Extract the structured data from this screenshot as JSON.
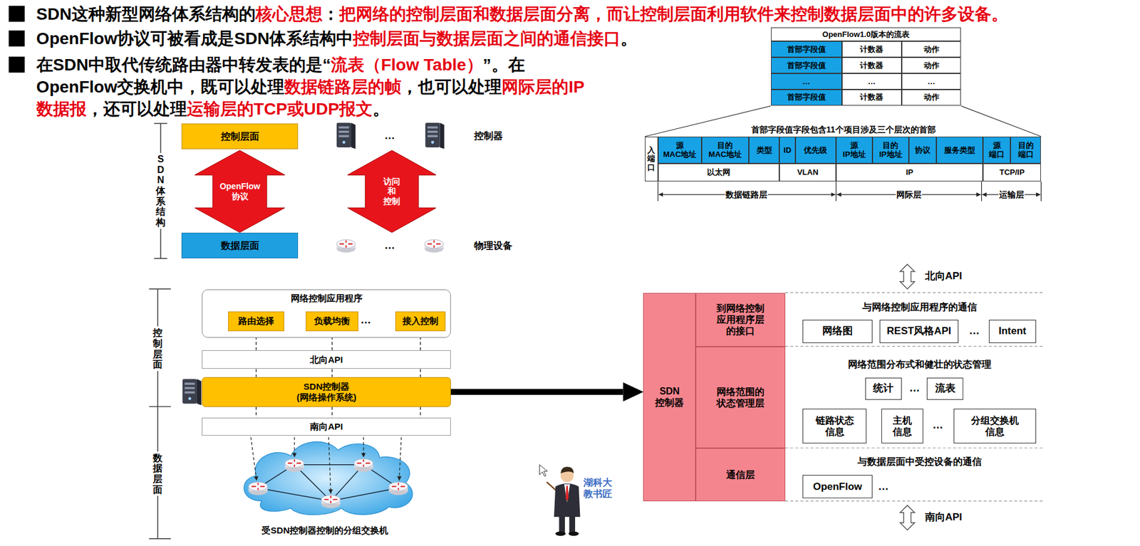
{
  "diagram": {
    "nodes": [
      {
        "text": [
          "控制层面"
        ]
      },
      {
        "text": [
          "OpenFlow 协议"
        ]
      },
      {
        "text": [
          "访问 和 控制"
        ]
      },
      {
        "text": [
          "数据层面"
        ]
      },
      {
        "text": [
          "网络控制应用程序"
        ]
      },
      {
        "text": [
          "路由选择"
        ],
        "in": 4
      },
      {
        "text": [
          "负载均衡"
        ],
        "in": 4
      },
      {
        "text": [
          "接入控制"
        ],
        "in": 4
      },
      {
        "text": [
          "北向API"
        ]
      },
      {
        "text": [
          "SDN控制器 (网络操作系统)"
        ]
      },
      {
        "text": [
          "南向API"
        ]
      },
      {
        "text": [
          "SDN控制器"
        ]
      },
      {
        "text": [
          "到网络控制应用程序层的接口"
        ]
      },
      {
        "text": [
          "网络范围的状态管理层"
        ]
      },
      {
        "text": [
          "通信层"
        ]
      },
      {
        "text": [
          "网络图"
        ]
      },
      {
        "text": [
          "REST风格API"
        ]
      },
      {
        "text": [
          "Intent"
        ]
      },
      {
        "text": [
          "统计"
        ]
      },
      {
        "text": [
          "流表"
        ]
      },
      {
        "text": [
          "链路状态 信息"
        ]
      },
      {
        "text": [
          "主机 信息"
        ]
      },
      {
        "text": [
          "分组交换机 信息"
        ]
      },
      {
        "text": [
          "OpenFlow"
        ]
      }
    ],
    "edges": [
      {
        "from": 5,
        "to": 8,
        "arrow": "none"
      },
      {
        "from": 6,
        "to": 8,
        "arrow": "none"
      },
      {
        "from": 7,
        "to": 8,
        "arrow": "none"
      },
      {
        "from": 8,
        "to": 9,
        "arrow": "none"
      },
      {
        "from": 8,
        "to": 9,
        "arrow": "none"
      },
      {
        "from": 8,
        "to": 9,
        "arrow": "none"
      },
      {
        "from": 9,
        "to": 10,
        "arrow": "none"
      },
      {
        "from": 9,
        "to": 10,
        "arrow": "none"
      },
      {
        "from": 9,
        "to": 10,
        "arrow": "none"
      },
      {
        "from": 9,
        "to": 11,
        "arrow": "to"
      }
    ],
    "labels": [
      "SDN这种新型网络体系结构的",
      "核心思想",
      "：",
      "把网络的控制层面和数据层面分离，而让控制层面利用软件来控制数据层面中的许多设备。",
      "OpenFlow协议可被看成是SDN体系结构中",
      "控制层面与数据层面之间的通信接口",
      "。",
      "在SDN中取代传统路由器中转发表的是“",
      "流表（Flow Table）",
      "”。在OpenFlow交换机中，既可以处理",
      "数据链路层的帧",
      "，也可以处理",
      "网际层的IP数据报",
      "，还可以处理",
      "运输层的TCP或UDP报文",
      "。",
      "SDN体系结构",
      "…",
      "控制器",
      "…",
      "物理设备",
      "OpenFlow1.0版本的流表",
      "首部字段值",
      "计数器",
      "动作",
      "首部字段值",
      "计数器",
      "动作",
      "…",
      "…",
      "…",
      "首部字段值",
      "计数器",
      "动作",
      "首部字段值字段包含11个项目涉及三个层次的首部",
      "入端口",
      "源 MAC地址",
      "目的 MAC地址",
      "类型",
      "ID",
      "优先级",
      "源 IP地址",
      "目的 IP地址",
      "协议",
      "服务类型",
      "源 端口",
      "目的 端口",
      "以太网",
      "VLAN",
      "IP",
      "TCP/IP",
      "数据链路层",
      "网际层",
      "运输层",
      "北向API",
      "与网络控制应用程序的通信",
      "…",
      "网络范围分布式和健壮的状态管理",
      "…",
      "…",
      "与数据层面中受控设备的通信",
      "…",
      "南向API",
      "控制层面",
      "数据层面",
      "…",
      "受SDN控制器控制的分组交换机",
      "湖科大 教书匠"
    ]
  }
}
